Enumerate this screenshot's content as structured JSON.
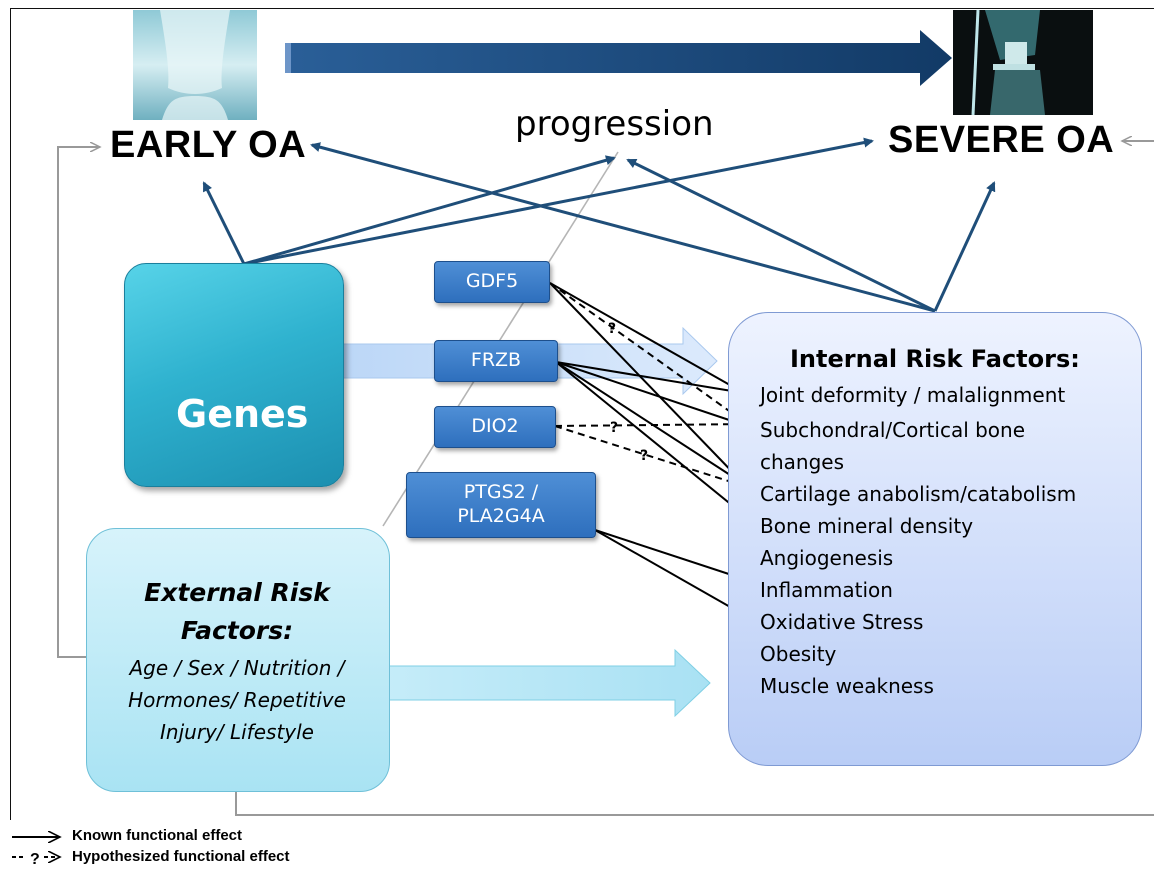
{
  "stages": {
    "early": "EARLY OA",
    "severe": "SEVERE OA",
    "progression": "progression"
  },
  "genes_box": {
    "label": "Genes"
  },
  "gene_labels": [
    "GDF5",
    "FRZB",
    "DIO2",
    "PTGS2 /",
    "PLA2G4A"
  ],
  "external": {
    "title_line1": "External  Risk",
    "title_line2": "Factors:",
    "lines": [
      "Age / Sex / Nutrition /",
      "Hormones/ Repetitive",
      "Injury/ Lifestyle"
    ]
  },
  "internal": {
    "title": "Internal Risk Factors:",
    "items": [
      "Joint deformity / malalignment",
      "Subchondral/Cortical bone",
      "changes",
      "Cartilage anabolism/catabolism",
      "Bone mineral density",
      "Angiogenesis",
      "Inflammation",
      "Oxidative Stress",
      "Obesity",
      "Muscle weakness"
    ]
  },
  "question_mark": "?",
  "legend": {
    "known": "Known functional effect",
    "hypothesized": "Hypothesized functional effect"
  },
  "colors": {
    "arrow_dark": "#1f4e79",
    "gene_box": "#3a7cc7",
    "genes_box": "#2fb2cf",
    "internal_box": "#c9d8f8",
    "external_box": "#bfeaf6"
  }
}
